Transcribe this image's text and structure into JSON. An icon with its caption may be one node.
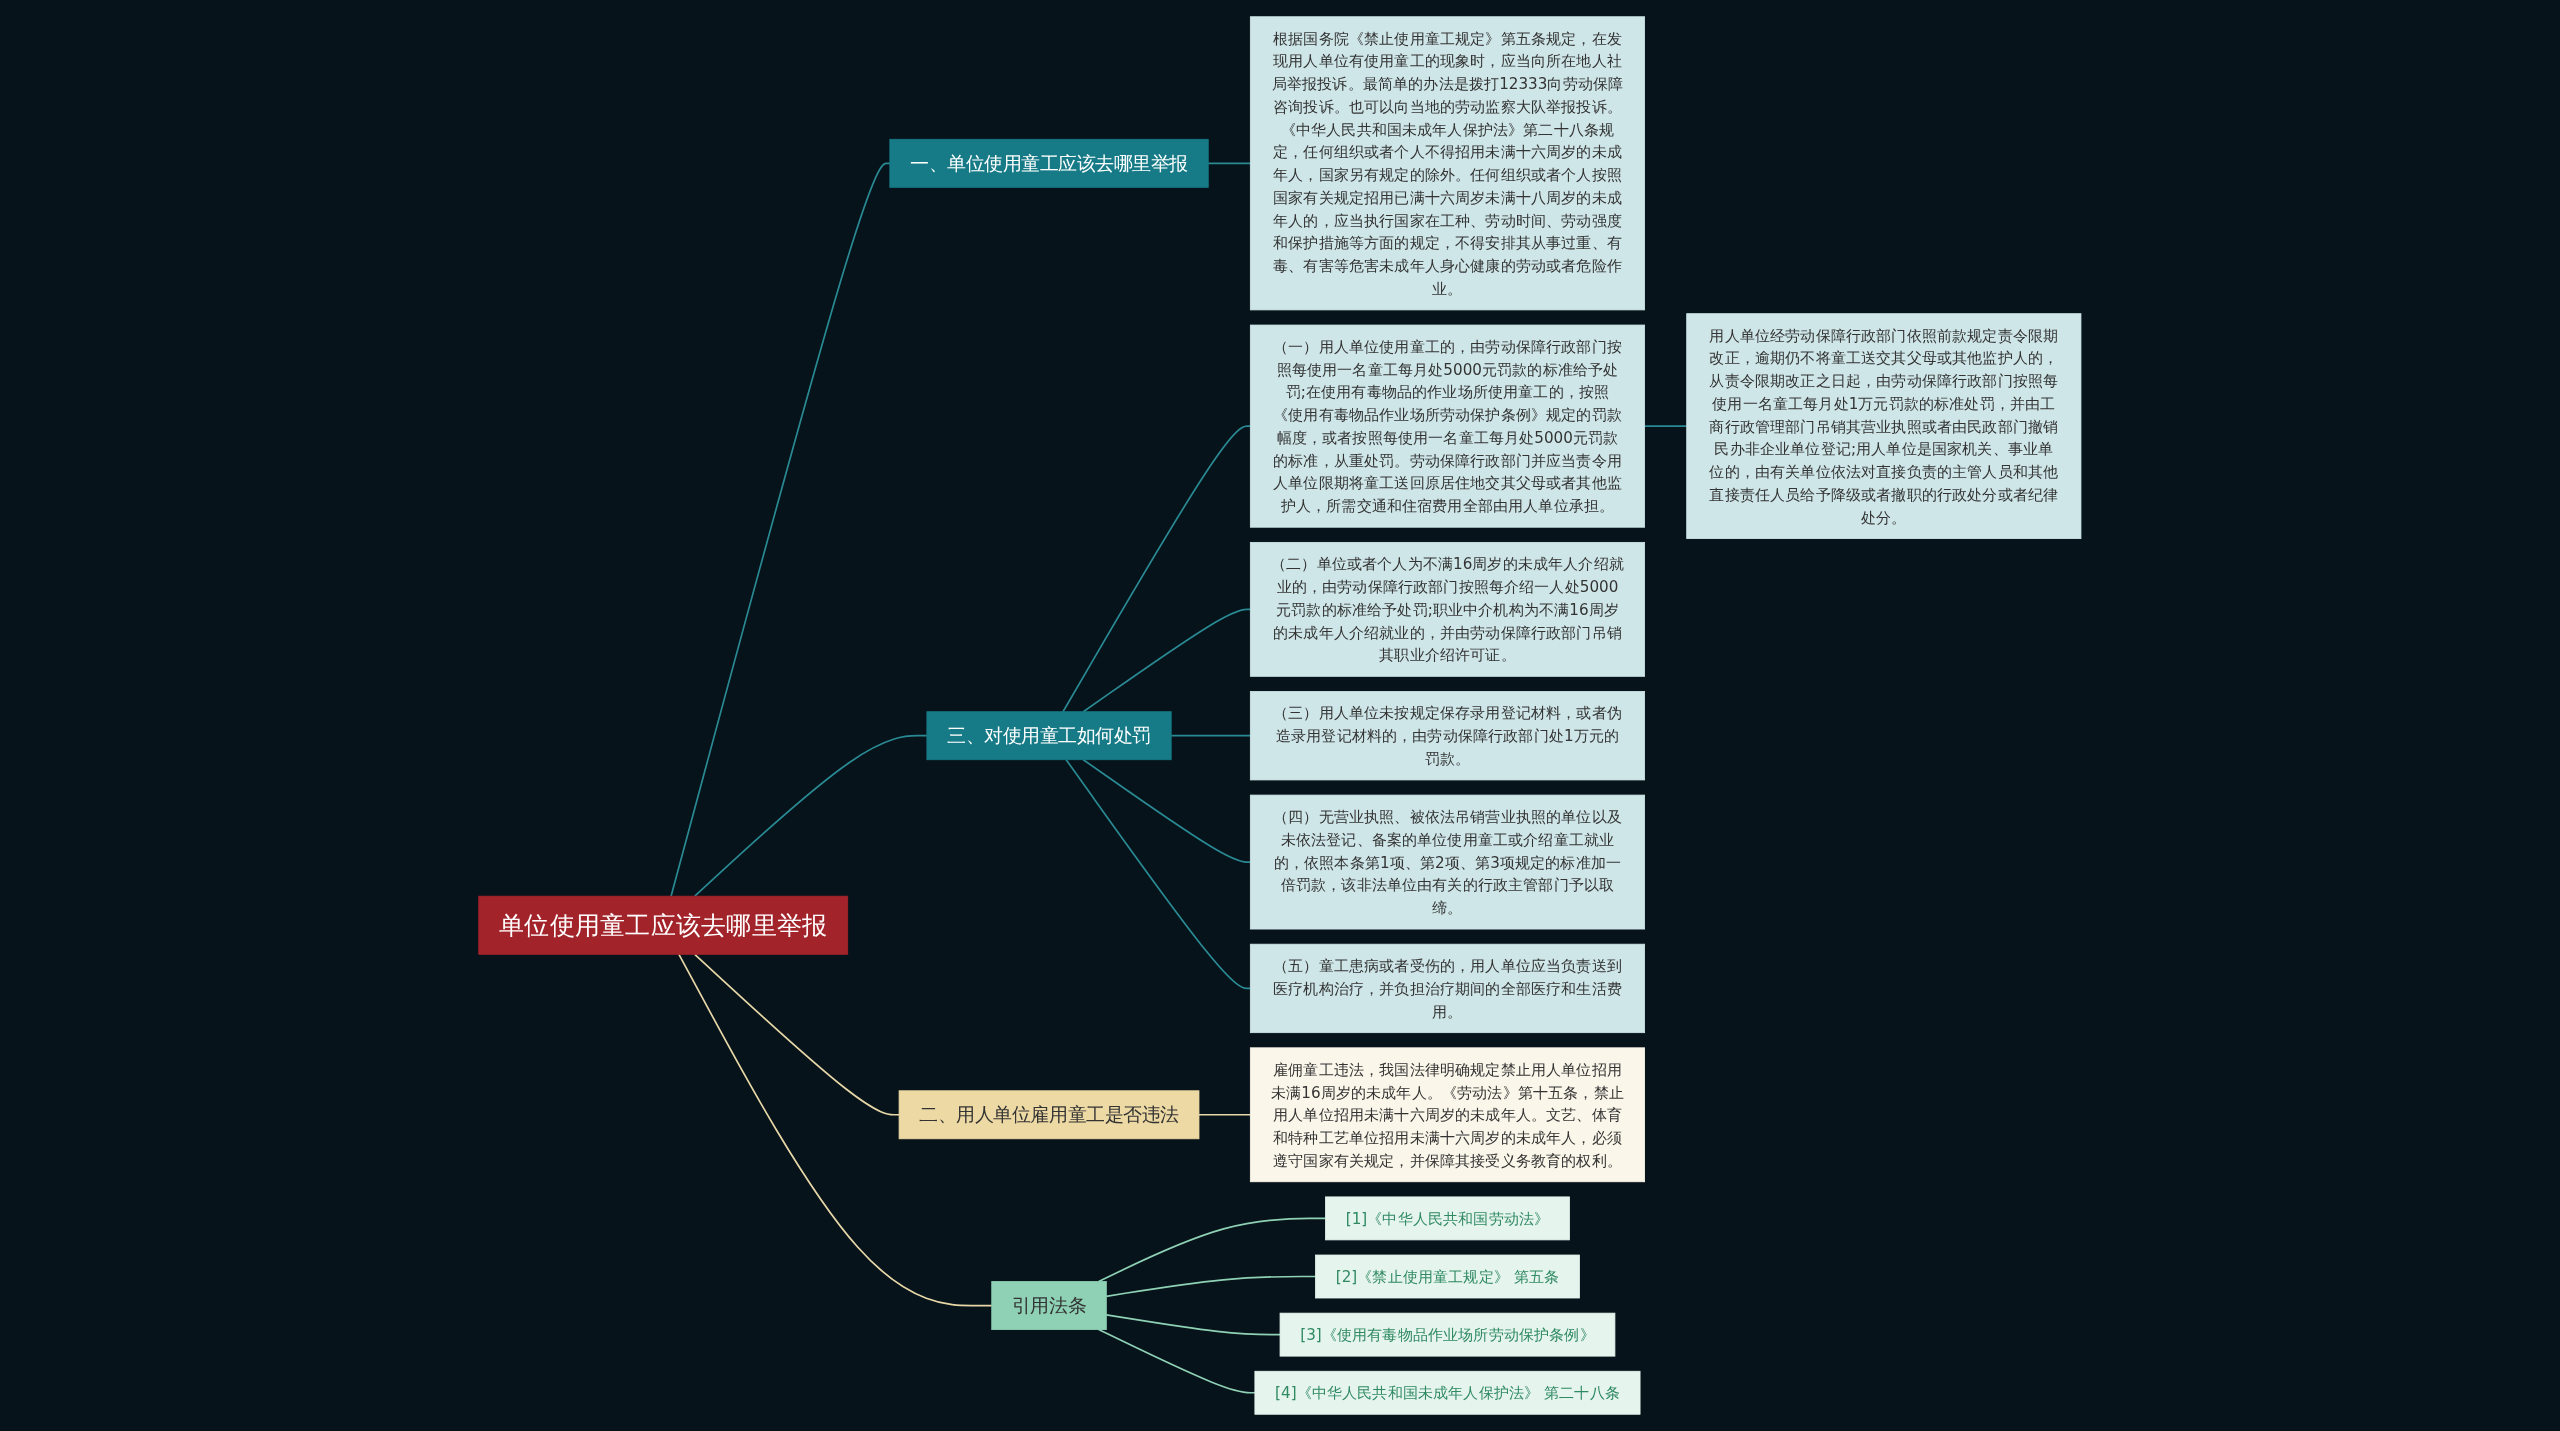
{
  "diagram": {
    "nodes": [
      {
        "text": [
          "单位使用童工应该去哪里举报"
        ]
      },
      {
        "text": [
          "一、单位使用童工应该去哪里举报"
        ]
      },
      {
        "text": [
          "根据国务院《禁止使用童工规定》第五条规定，在发现用人单位有使用童工的现象时，应当向所在地人社局举报投诉。最简单的办法是拨打12333向劳动保障咨询投诉。也可以向当地的劳动监察大队举报投诉。《中华人民共和国未成年人保护法》第二十八条规定，任何组织或者个人不得招用未满十六周岁的未成年人，国家另有规定的除外。任何组织或者个人按照国家有关规定招用已满十六周岁未满十八周岁的未成年人的，应当执行国家在工种、劳动时间、劳动强度和保护措施等方面的规定，不得安排其从事过重、有毒、有害等危害未成年人身心健康的劳动或者危险作业。"
        ]
      },
      {
        "text": [
          "三、对使用童工如何处罚"
        ]
      },
      {
        "text": [
          "（一）用人单位使用童工的，由劳动保障行政部门按照每使用一名童工每月处5000元罚款的标准给予处罚;在使用有毒物品的作业场所使用童工的，按照《使用有毒物品作业场所劳动保护条例》规定的罚款幅度，或者按照每使用一名童工每月处5000元罚款的标准，从重处罚。劳动保障行政部门并应当责令用人单位限期将童工送回原居住地交其父母或者其他监护人，所需交通和住宿费用全部由用人单位承担。"
        ]
      },
      {
        "text": [
          "用人单位经劳动保障行政部门依照前款规定责令限期改正，逾期仍不将童工送交其父母或其他监护人的，从责令限期改正之日起，由劳动保障行政部门按照每使用一名童工每月处1万元罚款的标准处罚，并由工商行政管理部门吊销其营业执照或者由民政部门撤销民办非企业单位登记;用人单位是国家机关、事业单位的，由有关单位依法对直接负责的主管人员和其他直接责任人员给予降级或者撤职的行政处分或者纪律处分。"
        ]
      },
      {
        "text": [
          "（二）单位或者个人为不满16周岁的未成年人介绍就业的，由劳动保障行政部门按照每介绍一人处5000元罚款的标准给予处罚;职业中介机构为不满16周岁的未成年人介绍就业的，并由劳动保障行政部门吊销其职业介绍许可证。"
        ]
      },
      {
        "text": [
          "（三）用人单位未按规定保存录用登记材料，或者伪造录用登记材料的，由劳动保障行政部门处1万元的罚款。"
        ]
      },
      {
        "text": [
          "（四）无营业执照、被依法吊销营业执照的单位以及未依法登记、备案的单位使用童工或介绍童工就业的，依照本条第1项、第2项、第3项规定的标准加一倍罚款，该非法单位由有关的行政主管部门予以取缔。"
        ]
      },
      {
        "text": [
          "（五）童工患病或者受伤的，用人单位应当负责送到医疗机构治疗，并负担治疗期间的全部医疗和生活费用。"
        ]
      },
      {
        "text": [
          "二、用人单位雇用童工是否违法"
        ]
      },
      {
        "text": [
          "雇佣童工违法，我国法律明确规定禁止用人单位招用未满16周岁的未成年人。《劳动法》第十五条，禁止用人单位招用未满十六周岁的未成年人。文艺、体育和特种工艺单位招用未满十六周岁的未成年人，必须遵守国家有关规定，并保障其接受义务教育的权利。"
        ]
      },
      {
        "text": [
          "引用法条"
        ]
      },
      {
        "text": [
          "[1]《中华人民共和国劳动法》"
        ]
      },
      {
        "text": [
          "[2]《禁止使用童工规定》 第五条"
        ]
      },
      {
        "text": [
          "[3]《使用有毒物品作业场所劳动保护条例》"
        ]
      },
      {
        "text": [
          "[4]《中华人民共和国未成年人保护法》 第二十八条"
        ]
      }
    ],
    "edges": [
      {
        "from": 0,
        "to": 1,
        "arrow": "none"
      },
      {
        "from": 1,
        "to": 2,
        "arrow": "none"
      },
      {
        "from": 0,
        "to": 3,
        "arrow": "none"
      },
      {
        "from": 3,
        "to": 4,
        "arrow": "none"
      },
      {
        "from": 4,
        "to": 5,
        "arrow": "none"
      },
      {
        "from": 3,
        "to": 6,
        "arrow": "none"
      },
      {
        "from": 3,
        "to": 7,
        "arrow": "none"
      },
      {
        "from": 3,
        "to": 8,
        "arrow": "none"
      },
      {
        "from": 3,
        "to": 9,
        "arrow": "none"
      },
      {
        "from": 0,
        "to": 10,
        "arrow": "none",
        "color": "#e8d8a8"
      },
      {
        "from": 10,
        "to": 11,
        "arrow": "none",
        "color": "#e8d8a8"
      },
      {
        "from": 0,
        "to": 12,
        "arrow": "none",
        "color": "#e8d8a8"
      },
      {
        "from": 12,
        "to": 13,
        "arrow": "none",
        "color": "#8fd1b5"
      },
      {
        "from": 12,
        "to": 14,
        "arrow": "none",
        "color": "#8fd1b5"
      },
      {
        "from": 12,
        "to": 15,
        "arrow": "none",
        "color": "#8fd1b5"
      },
      {
        "from": 12,
        "to": 16,
        "arrow": "none",
        "color": "#8fd1b5"
      }
    ]
  }
}
